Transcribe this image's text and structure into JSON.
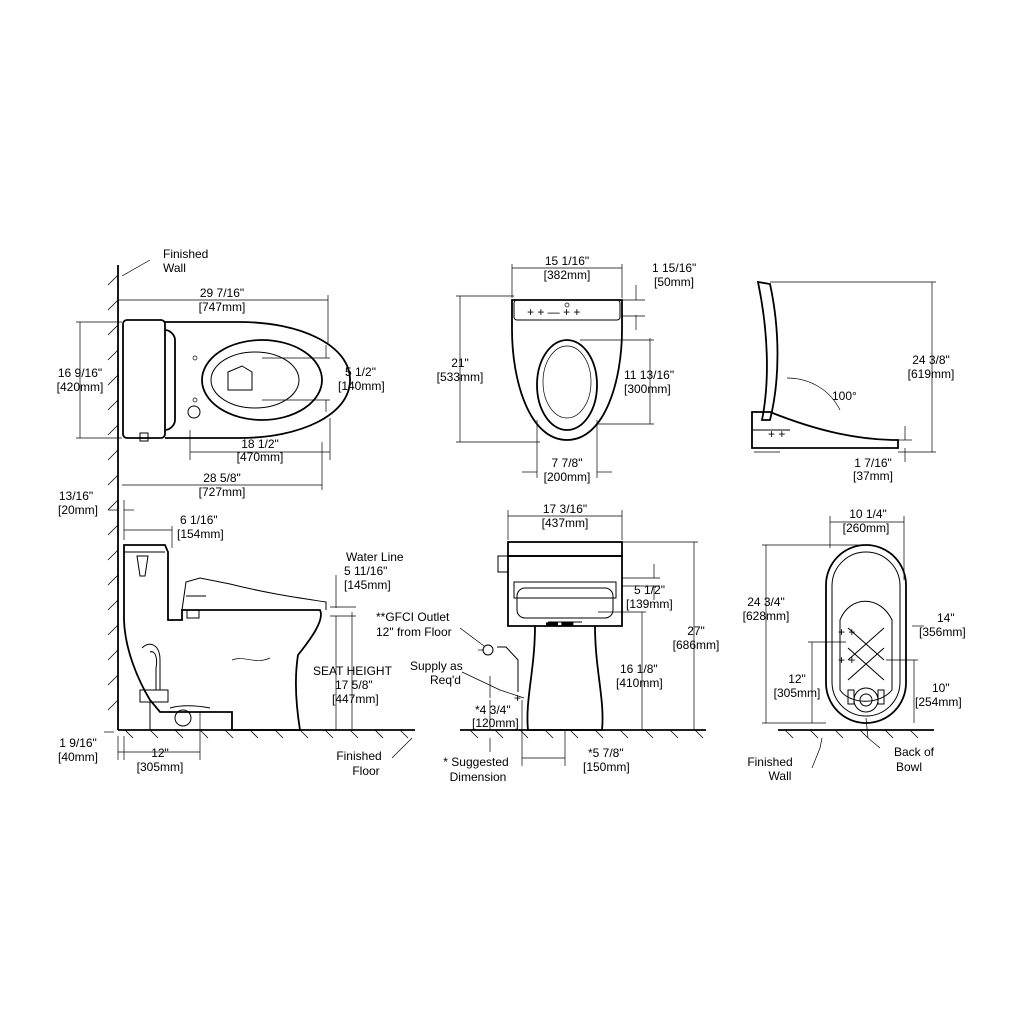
{
  "top_view": {
    "finished_wall": [
      "Finished",
      "Wall"
    ],
    "overall_length": [
      "29 7/16\"",
      "[747mm]"
    ],
    "width": [
      "16 9/16\"",
      "[420mm]"
    ],
    "outlet_offset": [
      "5 1/2\"",
      "[140mm]"
    ],
    "bowl_to_front": [
      "18 1/2\"",
      "[470mm]"
    ],
    "wall_to_front": [
      "28 5/8\"",
      "[727mm]"
    ]
  },
  "seat_top_view": {
    "seat_width": [
      "15 1/16\"",
      "[382mm]"
    ],
    "hinge_depth": [
      "1 15/16\"",
      "[50mm]"
    ],
    "seat_length": [
      "21\"",
      "[533mm]"
    ],
    "opening_length": [
      "11 13/16\"",
      "[300mm]"
    ],
    "opening_width": [
      "7 7/8\"",
      "[200mm]"
    ]
  },
  "seat_side_view": {
    "lid_height": [
      "24 3/8\"",
      "[619mm]"
    ],
    "angle": "100°",
    "seat_thickness": [
      "1 7/16\"",
      "[37mm]"
    ]
  },
  "side_view": {
    "wall_gap": [
      "13/16\"",
      "[20mm]"
    ],
    "tank_to_seat": [
      "6 1/16\"",
      "[154mm]"
    ],
    "water_line": [
      "Water Line",
      "5 11/16\"",
      "[145mm]"
    ],
    "seat_height": [
      "SEAT HEIGHT",
      "17 5/8\"",
      "[447mm]"
    ],
    "floor_offset": [
      "1 9/16\"",
      "[40mm]"
    ],
    "rough_in": [
      "12\"",
      "[305mm]"
    ],
    "finished_floor": [
      "Finished",
      "Floor"
    ]
  },
  "front_view": {
    "overall_width": [
      "17 3/16\"",
      "[437mm]"
    ],
    "gfci": [
      "**GFCI Outlet",
      "12\" from Floor"
    ],
    "supply": [
      "Supply as",
      "Req'd"
    ],
    "lid_gap": [
      "5 1/2\"",
      "[139mm]"
    ],
    "overall_height": [
      "27\"",
      "[686mm]"
    ],
    "supply_height": [
      "16 1/8\"",
      "[410mm]"
    ],
    "supply_offset": [
      "*4 3/4\"",
      "[120mm]"
    ],
    "suggested": [
      "* Suggested",
      "Dimension"
    ],
    "supply_from_center": [
      "*5 7/8\"",
      "[150mm]"
    ]
  },
  "bottom_view": {
    "width": [
      "10 1/4\"",
      "[260mm]"
    ],
    "length": [
      "24 3/4\"",
      "[628mm]"
    ],
    "bolt_spacing": [
      "14\"",
      "[356mm]"
    ],
    "rough_in": [
      "12\"",
      "[305mm]"
    ],
    "back_offset": [
      "10\"",
      "[254mm]"
    ],
    "finished_wall": [
      "Finished",
      "Wall"
    ],
    "back_of_bowl": [
      "Back of",
      "Bowl"
    ]
  }
}
